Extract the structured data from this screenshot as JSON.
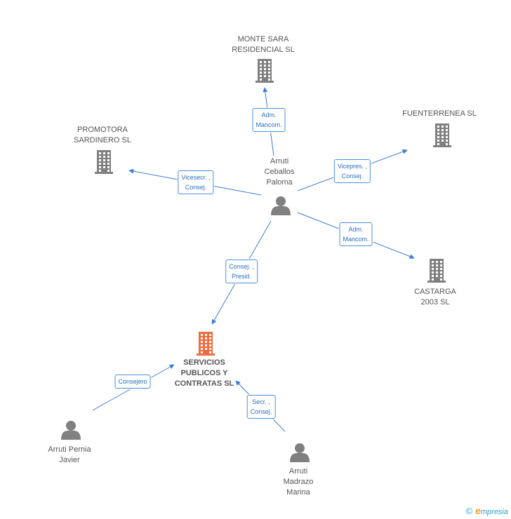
{
  "colors": {
    "edge": "#3b7dd8",
    "company_icon": "#808080",
    "main_company_icon": "#f26a3d",
    "person_icon": "#808080",
    "label_border": "#4a90d9",
    "label_text": "#2c6fbf"
  },
  "nodes": [
    {
      "id": "monte",
      "type": "company",
      "lines": [
        "MONTE SARA",
        "RESIDENCIAL SL"
      ]
    },
    {
      "id": "fuent",
      "type": "company",
      "lines": [
        "FUENTERRENEA SL"
      ]
    },
    {
      "id": "promo",
      "type": "company",
      "lines": [
        "PROMOTORA",
        "SARDINERO SL"
      ]
    },
    {
      "id": "castarga",
      "type": "company",
      "lines": [
        "CASTARGA",
        "2003 SL"
      ]
    },
    {
      "id": "servicios",
      "type": "main-company",
      "lines": [
        "SERVICIOS",
        "PUBLICOS Y",
        "CONTRATAS SL"
      ]
    },
    {
      "id": "arruti_c",
      "type": "person",
      "lines": [
        "Arruti",
        "Ceballos",
        "Paloma"
      ]
    },
    {
      "id": "arruti_p",
      "type": "person",
      "lines": [
        "Arruti Pernia",
        "Javier"
      ]
    },
    {
      "id": "arruti_m",
      "type": "person",
      "lines": [
        "Arruti",
        "Madrazo",
        "Marina"
      ]
    }
  ],
  "edges": [
    {
      "id": "e1",
      "from": "arruti_c",
      "to": "monte",
      "lines": [
        "Adm.",
        "Mancom."
      ]
    },
    {
      "id": "e2",
      "from": "arruti_c",
      "to": "fuent",
      "lines": [
        "Vicepres. ,",
        "Consej."
      ]
    },
    {
      "id": "e3",
      "from": "arruti_c",
      "to": "promo",
      "lines": [
        "Vicesecr. ,",
        "Consej."
      ]
    },
    {
      "id": "e4",
      "from": "arruti_c",
      "to": "castarga",
      "lines": [
        "Adm.",
        "Mancom."
      ]
    },
    {
      "id": "e5",
      "from": "arruti_c",
      "to": "servicios",
      "lines": [
        "Consej. ,",
        "Presid."
      ]
    },
    {
      "id": "e6",
      "from": "arruti_p",
      "to": "servicios",
      "lines": [
        "Consejero"
      ]
    },
    {
      "id": "e7",
      "from": "arruti_m",
      "to": "servicios",
      "lines": [
        "Secr. ,",
        "Consej."
      ]
    }
  ],
  "footer": {
    "copyright": "©",
    "brand_initial": "e",
    "brand_rest": "mpresia"
  }
}
